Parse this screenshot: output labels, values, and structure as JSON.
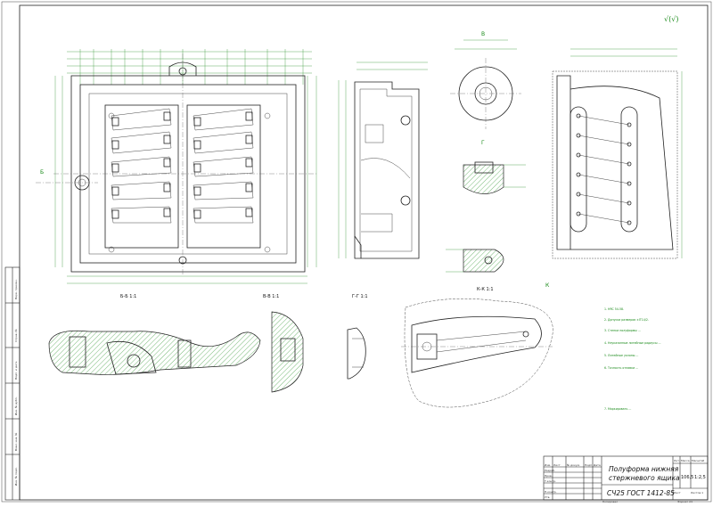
{
  "drawing": {
    "title_line1": "Полуформа нижняя",
    "title_line2": "стержневого ящика",
    "material": "СЧ25 ГОСТ 1412-85",
    "scale": "1:2,5",
    "mass": "106,5",
    "roughness_mark": "√(√)",
    "views": {
      "view_b": "Б-Б 1:1",
      "view_v": "В-В 1:1",
      "view_g": "Г-Г 1:1",
      "view_k": "К-К 1:1"
    },
    "notes": [
      "1. HRC 54-58.",
      "2. Допуски размеров ±IT14/2.",
      "3. Стенки полуформы ...",
      "4. Неуказанные литейные радиусы ...",
      "5. Литейные уклоны ...",
      "6. Точность отливки ...",
      "7. Маркировать ..."
    ],
    "section_labels": {
      "b": "Б",
      "v": "В",
      "g": "Г",
      "k": "К"
    }
  },
  "title_block": {
    "rows": [
      "Изм.",
      "Лист",
      "№ докум.",
      "Подп.",
      "Дата"
    ],
    "roles": [
      "Разраб.",
      "Пров.",
      "Т.контр.",
      "Н.контр.",
      "Утв."
    ],
    "col_headers": [
      "Лит.",
      "Масса",
      "Масштаб"
    ],
    "sheet": "Лист",
    "sheets": "Листов 1",
    "copied": "Копировал",
    "format": "Формат А1"
  },
  "side_strip": [
    "Перв. примен.",
    "Справ. №",
    "Подп. и дата",
    "Инв. № дубл.",
    "Взам. инв. №",
    "Подп. и дата",
    "Инв. № подл."
  ]
}
